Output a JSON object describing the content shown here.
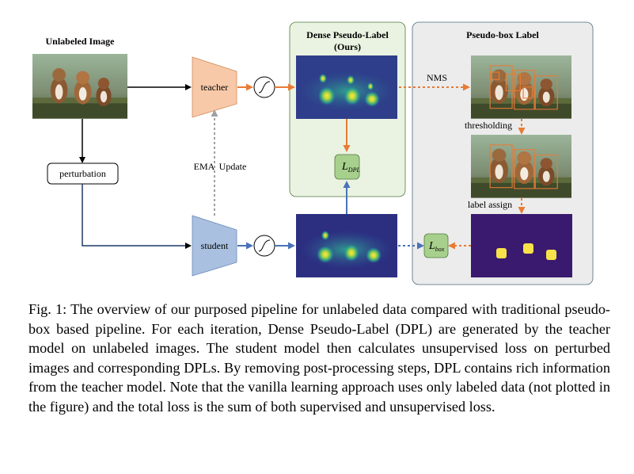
{
  "figure": {
    "unlabeled_title": "Unlabeled Image",
    "perturbation_label": "perturbation",
    "teacher_label": "teacher",
    "student_label": "student",
    "ema_label": "EMA  Update",
    "dense_panel_title_1": "Dense Pseudo-Label",
    "dense_panel_title_2": "(Ours)",
    "pseudo_panel_title": "Pseudo-box Label",
    "nms_label": "NMS",
    "thresholding_label": "thresholding",
    "label_assign_label": "label assign",
    "loss_dpl": {
      "base": "L",
      "sub": "DPL"
    },
    "loss_box": {
      "base": "L",
      "sub": "box"
    },
    "colors": {
      "teacher_fill": "#f7c9a8",
      "student_fill": "#a9c0e0",
      "orange_arrow": "#e87b35",
      "blue_arrow": "#4a72b8",
      "loss_fill": "#a8d08d",
      "dense_panel_fill": "#eaf3e1",
      "pseudo_panel_fill": "#ececec",
      "heatmap_bg": "#2d2f7e",
      "heatmap_hot": "#ffe94f"
    }
  },
  "caption": {
    "label": "Fig. 1:",
    "text": "The overview of our purposed pipeline for unlabeled data compared with traditional pseudo-box based pipeline. For each iteration, Dense Pseudo-Label (DPL) are generated by the teacher model on unlabeled images. The student model then calculates unsupervised loss on perturbed images and corresponding DPLs. By removing post-processing steps, DPL contains rich information from the teacher model. Note that the vanilla learning approach uses only labeled data (not plotted in the figure) and the total loss is the sum of both supervised and unsupervised loss."
  }
}
